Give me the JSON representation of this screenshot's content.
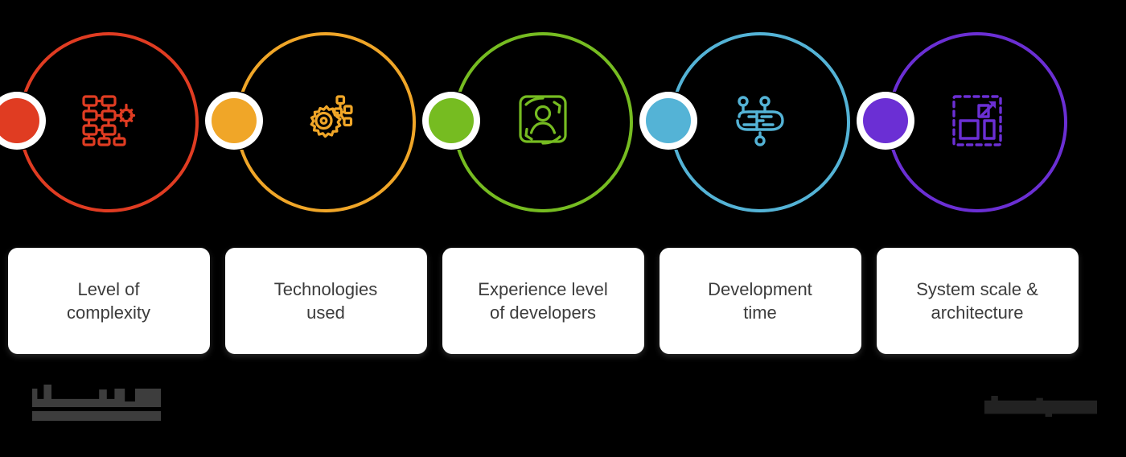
{
  "background_color": "#000000",
  "steps": [
    {
      "id": "level-of-complexity",
      "label": "Level of\ncomplexity",
      "color": "#E03C22",
      "icon_name": "complexity-flowchart-icon"
    },
    {
      "id": "technologies-used",
      "label": "Technologies\nused",
      "color": "#F0A628",
      "icon_name": "gear-technology-icon"
    },
    {
      "id": "experience-level-of-developers",
      "label": "Experience level\nof developers",
      "color": "#76BC21",
      "icon_name": "developer-skill-badge-icon"
    },
    {
      "id": "development-time",
      "label": "Development\ntime",
      "color": "#54B3D6",
      "icon_name": "timeline-network-icon"
    },
    {
      "id": "system-scale-architecture",
      "label": "System scale &\narchitecture",
      "color": "#6B2FD4",
      "icon_name": "architecture-blueprint-icon"
    }
  ],
  "card_text_color": "#3c3c3c",
  "card_background": "#ffffff",
  "branding": {
    "left_logo_label": "",
    "left_tagline_label": "",
    "right_logo_label": ""
  }
}
